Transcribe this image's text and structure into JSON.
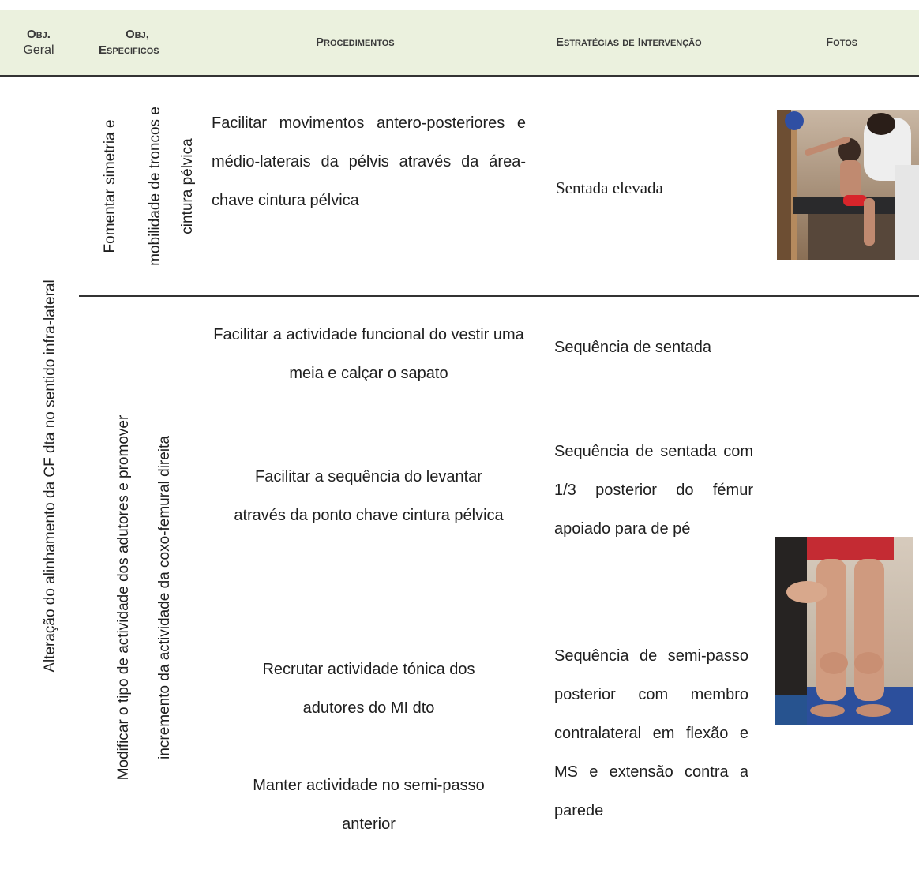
{
  "header": {
    "obj_geral_a": "Obj.",
    "obj_geral_b": "Geral",
    "obj_espec_a": "Obj,",
    "obj_espec_b": "Especificos",
    "procedimentos": "Procedimentos",
    "estrategias": "Estratégias de Intervenção",
    "fotos": "Fotos"
  },
  "obj_geral": "Alteração do alinhamento da CF dta no sentido infra-lateral",
  "row1": {
    "espec_lines": [
      "Fomentar simetria e",
      "mobilidade de troncos e",
      "cintura pélvica"
    ],
    "procedimento": "Facilitar movimentos antero-posteriores e médio-laterais da pélvis através da área-chave cintura pélvica",
    "estrategia": "Sentada elevada"
  },
  "row2": {
    "espec_lines": [
      "Modificar o tipo de actividade dos adutores e promover",
      "incremento da actividade da coxo-femural direita"
    ],
    "procedimentos": [
      "Facilitar a actividade funcional do vestir uma meia e calçar o sapato",
      "Facilitar a sequência do levantar através da ponto chave cintura pélvica",
      "Recrutar actividade tónica dos adutores do MI dto",
      "Manter actividade no semi-passo anterior"
    ],
    "estrategias": [
      "Sequência de sentada",
      "Sequência de sentada com 1/3 posterior do fémur apoiado para de pé",
      "Sequência de semi-passo posterior com membro contralateral em flexão e MS e extensão contra a parede"
    ]
  }
}
